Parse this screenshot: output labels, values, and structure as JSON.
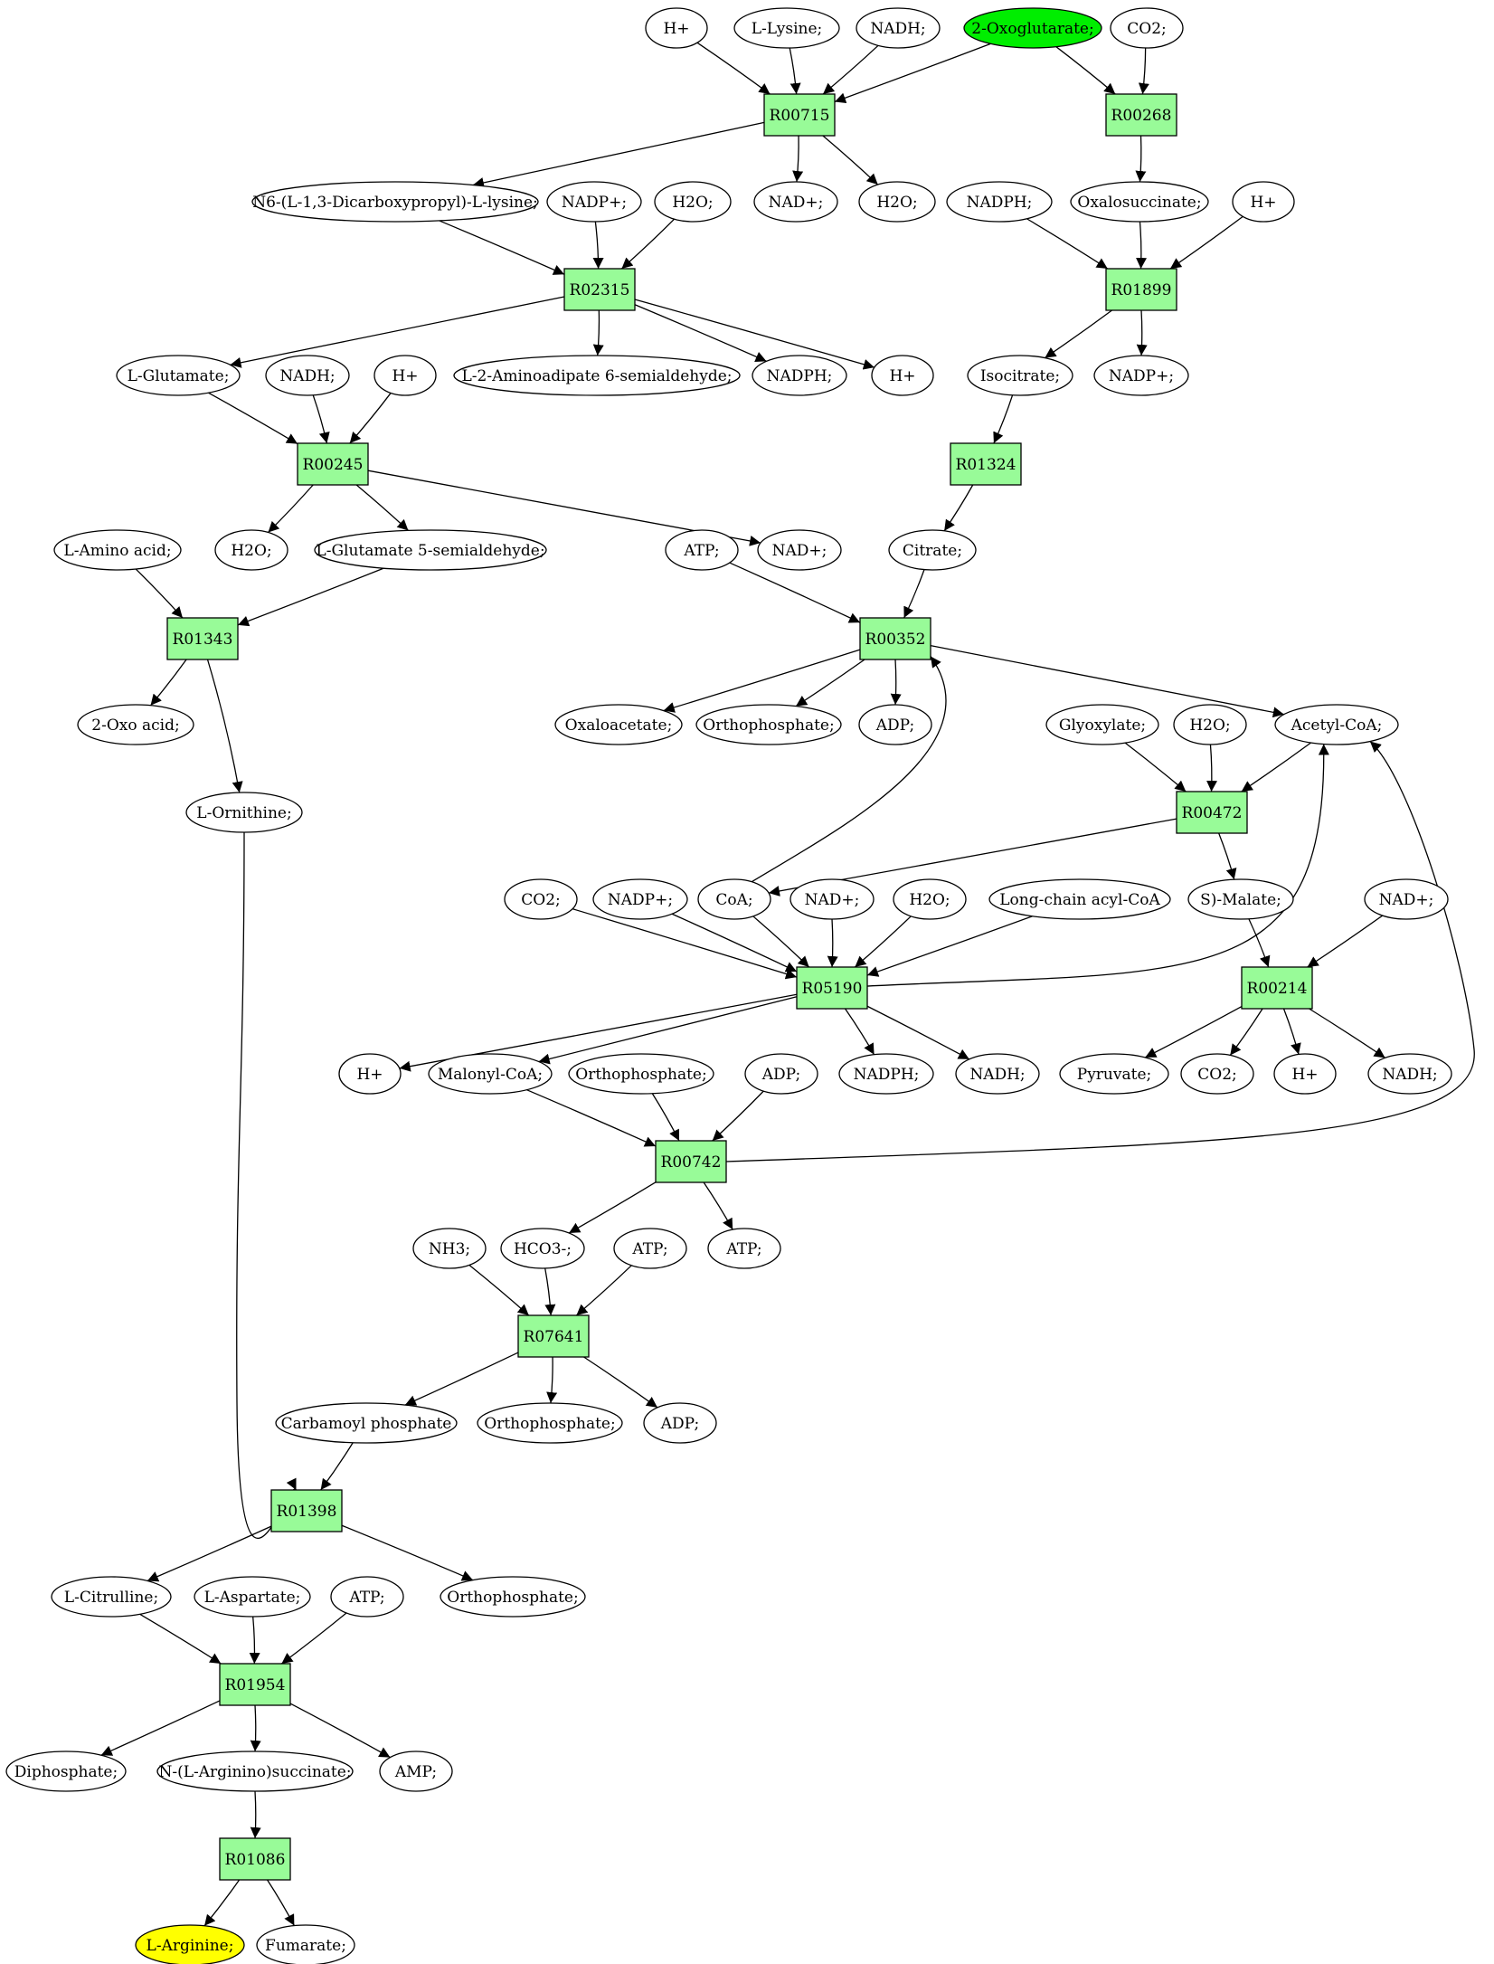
{
  "colors": {
    "reaction_fill": "#98fb98",
    "compound_fill": "#ffffff",
    "start_fill": "#00ee00",
    "target_fill": "#ffff00",
    "stroke": "#000000"
  },
  "reactions": [
    {
      "id": "R00715",
      "label": "R00715"
    },
    {
      "id": "R00268",
      "label": "R00268"
    },
    {
      "id": "R02315",
      "label": "R02315"
    },
    {
      "id": "R01899",
      "label": "R01899"
    },
    {
      "id": "R00245",
      "label": "R00245"
    },
    {
      "id": "R01324",
      "label": "R01324"
    },
    {
      "id": "R01343",
      "label": "R01343"
    },
    {
      "id": "R00352",
      "label": "R00352"
    },
    {
      "id": "R00472",
      "label": "R00472"
    },
    {
      "id": "R05190",
      "label": "R05190"
    },
    {
      "id": "R00214",
      "label": "R00214"
    },
    {
      "id": "R00742",
      "label": "R00742"
    },
    {
      "id": "R07641",
      "label": "R07641"
    },
    {
      "id": "R01398",
      "label": "R01398"
    },
    {
      "id": "R01954",
      "label": "R01954"
    },
    {
      "id": "R01086",
      "label": "R01086"
    }
  ],
  "compounds": [
    {
      "id": "c_hplus_1",
      "label": "H+"
    },
    {
      "id": "c_lysine",
      "label": "L-Lysine;"
    },
    {
      "id": "c_nadh_1",
      "label": "NADH;"
    },
    {
      "id": "c_oxoglutarate",
      "label": "2-Oxoglutarate;",
      "role": "start"
    },
    {
      "id": "c_co2_1",
      "label": "CO2;"
    },
    {
      "id": "c_saccharopine",
      "label": "N6-(L-1,3-Dicarboxypropyl)-L-lysine;"
    },
    {
      "id": "c_nadp_1",
      "label": "NADP+;"
    },
    {
      "id": "c_h2o_1",
      "label": "H2O;"
    },
    {
      "id": "c_nad_1",
      "label": "NAD+;"
    },
    {
      "id": "c_h2o_2",
      "label": "H2O;"
    },
    {
      "id": "c_nadph_1",
      "label": "NADPH;"
    },
    {
      "id": "c_oxalosuccinate",
      "label": "Oxalosuccinate;"
    },
    {
      "id": "c_hplus_2",
      "label": "H+"
    },
    {
      "id": "c_glutamate",
      "label": "L-Glutamate;"
    },
    {
      "id": "c_nadh_2",
      "label": "NADH;"
    },
    {
      "id": "c_hplus_3",
      "label": "H+"
    },
    {
      "id": "c_aminoadipate",
      "label": "L-2-Aminoadipate 6-semialdehyde;"
    },
    {
      "id": "c_nadph_2",
      "label": "NADPH;"
    },
    {
      "id": "c_hplus_4",
      "label": "H+"
    },
    {
      "id": "c_isocitrate",
      "label": "Isocitrate;"
    },
    {
      "id": "c_nadp_2",
      "label": "NADP+;"
    },
    {
      "id": "c_aminoacid",
      "label": "L-Amino acid;"
    },
    {
      "id": "c_h2o_3",
      "label": "H2O;"
    },
    {
      "id": "c_glu5sa",
      "label": "L-Glutamate 5-semialdehyde;"
    },
    {
      "id": "c_atp_1",
      "label": "ATP;"
    },
    {
      "id": "c_nad_2",
      "label": "NAD+;"
    },
    {
      "id": "c_citrate",
      "label": "Citrate;"
    },
    {
      "id": "c_oxoacid",
      "label": "2-Oxo acid;"
    },
    {
      "id": "c_oxaloacetate",
      "label": "Oxaloacetate;"
    },
    {
      "id": "c_ortho_1",
      "label": "Orthophosphate;"
    },
    {
      "id": "c_adp_1",
      "label": "ADP;"
    },
    {
      "id": "c_glyoxylate",
      "label": "Glyoxylate;"
    },
    {
      "id": "c_h2o_4",
      "label": "H2O;"
    },
    {
      "id": "c_acetylcoa",
      "label": "Acetyl-CoA;"
    },
    {
      "id": "c_ornithine",
      "label": "L-Ornithine;"
    },
    {
      "id": "c_co2_2",
      "label": "CO2;"
    },
    {
      "id": "c_nadp_3",
      "label": "NADP+;"
    },
    {
      "id": "c_coa",
      "label": "CoA;"
    },
    {
      "id": "c_nad_3",
      "label": "NAD+;"
    },
    {
      "id": "c_h2o_5",
      "label": "H2O;"
    },
    {
      "id": "c_lcacylcoa",
      "label": "Long-chain acyl-CoA"
    },
    {
      "id": "c_malate",
      "label": "S)-Malate;"
    },
    {
      "id": "c_nad_4",
      "label": "NAD+;"
    },
    {
      "id": "c_hplus_5",
      "label": "H+"
    },
    {
      "id": "c_malonylcoa",
      "label": "Malonyl-CoA;"
    },
    {
      "id": "c_ortho_2",
      "label": "Orthophosphate;"
    },
    {
      "id": "c_adp_2",
      "label": "ADP;"
    },
    {
      "id": "c_nadph_3",
      "label": "NADPH;"
    },
    {
      "id": "c_nadh_3",
      "label": "NADH;"
    },
    {
      "id": "c_pyruvate",
      "label": "Pyruvate;"
    },
    {
      "id": "c_co2_3",
      "label": "CO2;"
    },
    {
      "id": "c_hplus_6",
      "label": "H+"
    },
    {
      "id": "c_nadh_4",
      "label": "NADH;"
    },
    {
      "id": "c_nh3",
      "label": "NH3;"
    },
    {
      "id": "c_hco3",
      "label": "HCO3-;"
    },
    {
      "id": "c_atp_2",
      "label": "ATP;"
    },
    {
      "id": "c_atp_3",
      "label": "ATP;"
    },
    {
      "id": "c_carbamoyl",
      "label": "Carbamoyl phosphate"
    },
    {
      "id": "c_ortho_3",
      "label": "Orthophosphate;"
    },
    {
      "id": "c_adp_3",
      "label": "ADP;"
    },
    {
      "id": "c_citrulline",
      "label": "L-Citrulline;"
    },
    {
      "id": "c_aspartate",
      "label": "L-Aspartate;"
    },
    {
      "id": "c_atp_4",
      "label": "ATP;"
    },
    {
      "id": "c_ortho_4",
      "label": "Orthophosphate;"
    },
    {
      "id": "c_diphosphate",
      "label": "Diphosphate;"
    },
    {
      "id": "c_argsucc",
      "label": "N-(L-Arginino)succinate;"
    },
    {
      "id": "c_amp",
      "label": "AMP;"
    },
    {
      "id": "c_arginine",
      "label": "L-Arginine;",
      "role": "target"
    },
    {
      "id": "c_fumarate",
      "label": "Fumarate;"
    }
  ],
  "edges": [
    {
      "from": "c_hplus_1",
      "to": "R00715"
    },
    {
      "from": "c_lysine",
      "to": "R00715"
    },
    {
      "from": "c_nadh_1",
      "to": "R00715"
    },
    {
      "from": "c_oxoglutarate",
      "to": "R00715"
    },
    {
      "from": "c_oxoglutarate",
      "to": "R00268"
    },
    {
      "from": "c_co2_1",
      "to": "R00268"
    },
    {
      "from": "R00715",
      "to": "c_saccharopine"
    },
    {
      "from": "R00715",
      "to": "c_nad_1"
    },
    {
      "from": "R00715",
      "to": "c_h2o_2"
    },
    {
      "from": "R00268",
      "to": "c_oxalosuccinate"
    },
    {
      "from": "c_saccharopine",
      "to": "R02315"
    },
    {
      "from": "c_nadp_1",
      "to": "R02315"
    },
    {
      "from": "c_h2o_1",
      "to": "R02315"
    },
    {
      "from": "c_nadph_1",
      "to": "R01899"
    },
    {
      "from": "c_oxalosuccinate",
      "to": "R01899"
    },
    {
      "from": "c_hplus_2",
      "to": "R01899"
    },
    {
      "from": "R02315",
      "to": "c_glutamate"
    },
    {
      "from": "R02315",
      "to": "c_aminoadipate"
    },
    {
      "from": "R02315",
      "to": "c_nadph_2"
    },
    {
      "from": "R02315",
      "to": "c_hplus_4"
    },
    {
      "from": "R01899",
      "to": "c_isocitrate"
    },
    {
      "from": "R01899",
      "to": "c_nadp_2"
    },
    {
      "from": "c_glutamate",
      "to": "R00245"
    },
    {
      "from": "c_nadh_2",
      "to": "R00245"
    },
    {
      "from": "c_hplus_3",
      "to": "R00245"
    },
    {
      "from": "c_isocitrate",
      "to": "R01324"
    },
    {
      "from": "R00245",
      "to": "c_h2o_3"
    },
    {
      "from": "R00245",
      "to": "c_glu5sa"
    },
    {
      "from": "R00245",
      "to": "c_nad_2"
    },
    {
      "from": "R01324",
      "to": "c_citrate"
    },
    {
      "from": "c_aminoacid",
      "to": "R01343"
    },
    {
      "from": "c_glu5sa",
      "to": "R01343"
    },
    {
      "from": "c_atp_1",
      "to": "R00352"
    },
    {
      "from": "c_citrate",
      "to": "R00352"
    },
    {
      "from": "c_coa",
      "to": "R00352",
      "curve": "coa-up"
    },
    {
      "from": "R01343",
      "to": "c_oxoacid"
    },
    {
      "from": "R01343",
      "to": "c_ornithine"
    },
    {
      "from": "R00352",
      "to": "c_oxaloacetate"
    },
    {
      "from": "R00352",
      "to": "c_ortho_1"
    },
    {
      "from": "R00352",
      "to": "c_adp_1"
    },
    {
      "from": "R00352",
      "to": "c_acetylcoa"
    },
    {
      "from": "c_glyoxylate",
      "to": "R00472"
    },
    {
      "from": "c_h2o_4",
      "to": "R00472"
    },
    {
      "from": "c_acetylcoa",
      "to": "R00472"
    },
    {
      "from": "R00472",
      "to": "c_coa"
    },
    {
      "from": "R00472",
      "to": "c_malate"
    },
    {
      "from": "c_co2_2",
      "to": "R05190"
    },
    {
      "from": "c_nadp_3",
      "to": "R05190"
    },
    {
      "from": "c_coa",
      "to": "R05190"
    },
    {
      "from": "c_nad_3",
      "to": "R05190"
    },
    {
      "from": "c_h2o_5",
      "to": "R05190"
    },
    {
      "from": "c_lcacylcoa",
      "to": "R05190"
    },
    {
      "from": "R05190",
      "to": "c_acetylcoa",
      "curve": "r05190-acetyl"
    },
    {
      "from": "c_malate",
      "to": "R00214"
    },
    {
      "from": "c_nad_4",
      "to": "R00214"
    },
    {
      "from": "R05190",
      "to": "c_hplus_5"
    },
    {
      "from": "R05190",
      "to": "c_malonylcoa"
    },
    {
      "from": "R05190",
      "to": "c_nadph_3"
    },
    {
      "from": "R05190",
      "to": "c_nadh_3"
    },
    {
      "from": "R00214",
      "to": "c_pyruvate"
    },
    {
      "from": "R00214",
      "to": "c_co2_3"
    },
    {
      "from": "R00214",
      "to": "c_hplus_6"
    },
    {
      "from": "R00214",
      "to": "c_nadh_4"
    },
    {
      "from": "c_malonylcoa",
      "to": "R00742"
    },
    {
      "from": "c_ortho_2",
      "to": "R00742"
    },
    {
      "from": "c_adp_2",
      "to": "R00742"
    },
    {
      "from": "R00742",
      "to": "c_acetylcoa",
      "curve": "r00742-acetyl"
    },
    {
      "from": "R00742",
      "to": "c_hco3"
    },
    {
      "from": "R00742",
      "to": "c_atp_3"
    },
    {
      "from": "c_nh3",
      "to": "R07641"
    },
    {
      "from": "c_hco3",
      "to": "R07641"
    },
    {
      "from": "c_atp_2",
      "to": "R07641"
    },
    {
      "from": "R07641",
      "to": "c_carbamoyl"
    },
    {
      "from": "R07641",
      "to": "c_ortho_3"
    },
    {
      "from": "R07641",
      "to": "c_adp_3"
    },
    {
      "from": "c_ornithine",
      "to": "R01398",
      "curve": "ornithine-down"
    },
    {
      "from": "c_carbamoyl",
      "to": "R01398"
    },
    {
      "from": "R01398",
      "to": "c_citrulline"
    },
    {
      "from": "R01398",
      "to": "c_ortho_4"
    },
    {
      "from": "c_citrulline",
      "to": "R01954"
    },
    {
      "from": "c_aspartate",
      "to": "R01954"
    },
    {
      "from": "c_atp_4",
      "to": "R01954"
    },
    {
      "from": "R01954",
      "to": "c_diphosphate"
    },
    {
      "from": "R01954",
      "to": "c_argsucc"
    },
    {
      "from": "R01954",
      "to": "c_amp"
    },
    {
      "from": "c_argsucc",
      "to": "R01086"
    },
    {
      "from": "R01086",
      "to": "c_arginine"
    },
    {
      "from": "R01086",
      "to": "c_fumarate"
    }
  ]
}
